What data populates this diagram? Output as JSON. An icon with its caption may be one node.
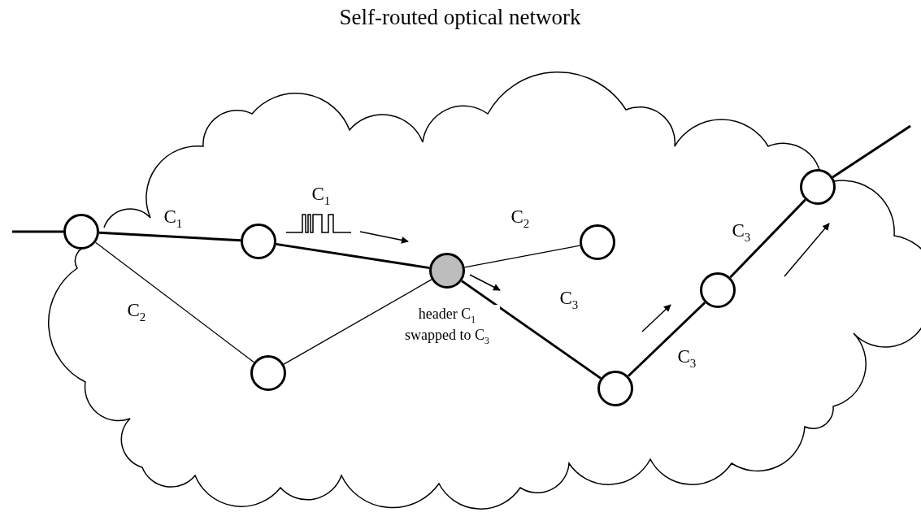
{
  "diagram": {
    "title": "Self-routed optical network",
    "nodes": [
      {
        "text": [],
        "shape": "circle"
      },
      {
        "text": [],
        "shape": "circle"
      },
      {
        "text": [],
        "shape": "circle"
      },
      {
        "text": [],
        "shape": "circle",
        "beside": [
          "header C$_{1}$ swapped to C$_{3}$"
        ]
      },
      {
        "text": [],
        "shape": "circle"
      },
      {
        "text": [],
        "shape": "circle"
      },
      {
        "text": [],
        "shape": "circle"
      },
      {
        "text": [],
        "shape": "circle"
      }
    ],
    "edges": [
      {
        "from": null,
        "to": 0,
        "arrow": "none"
      },
      {
        "from": 0,
        "to": 1,
        "arrow": "none",
        "label": "C$_{1}$"
      },
      {
        "from": 0,
        "to": 2,
        "arrow": "none",
        "label": "C$_{2}$"
      },
      {
        "from": 1,
        "to": 3,
        "arrow": "none"
      },
      {
        "from": 2,
        "to": 3,
        "arrow": "none"
      },
      {
        "from": 3,
        "to": 4,
        "arrow": "none",
        "label": "C$_{2}$"
      },
      {
        "from": 3,
        "to": 5,
        "arrow": "none",
        "label": "C$_{3}$"
      },
      {
        "from": 5,
        "to": 6,
        "arrow": "none",
        "label": "C$_{3}$"
      },
      {
        "from": 6,
        "to": 7,
        "arrow": "none",
        "label": "C$_{3}$"
      },
      {
        "from": 7,
        "to": null,
        "arrow": "none"
      }
    ],
    "labels": [
      "C$_{1}$"
    ]
  }
}
